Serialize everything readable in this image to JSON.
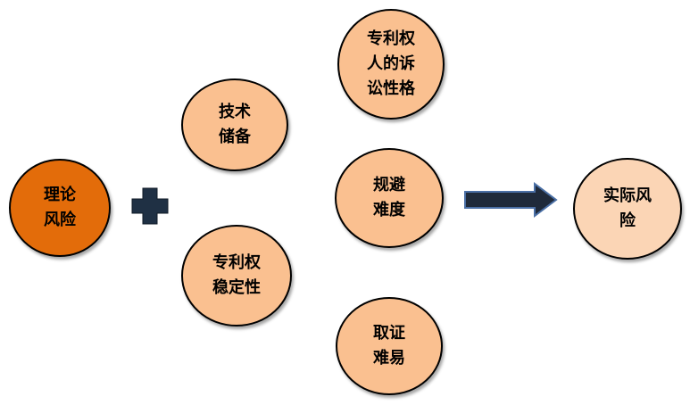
{
  "nodes": {
    "theory_risk": {
      "label": "理论\n风险",
      "fill": "#e36c0a"
    },
    "tech_reserve": {
      "label": "技术\n储备",
      "fill": "#fac090"
    },
    "patent_stability": {
      "label": "专利权\n稳定性",
      "fill": "#fac090"
    },
    "patentee_litigation": {
      "label": "专利权\n人的诉\n讼性格",
      "fill": "#fac090"
    },
    "avoid_difficulty": {
      "label": "规避\n难度",
      "fill": "#fac090"
    },
    "evidence_difficulty": {
      "label": "取证\n难易",
      "fill": "#fac090"
    },
    "actual_risk": {
      "label": "实际风\n险",
      "fill": "#fbd5b5"
    }
  },
  "connectors": {
    "plus_color": "#1f3044",
    "arrow_color": "#1f2a3a",
    "arrow_outline": "#4a6fa5"
  }
}
